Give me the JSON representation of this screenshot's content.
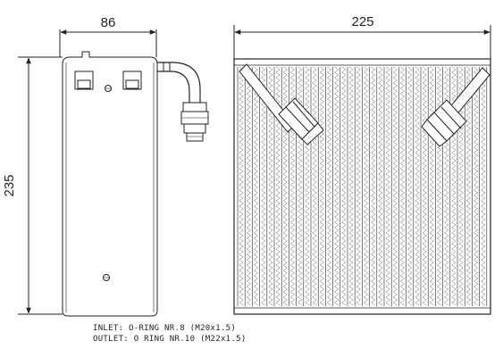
{
  "dimensions": {
    "side_width": "86",
    "front_width": "225",
    "height": "235"
  },
  "notes": {
    "inlet": "INLET: O-RING NR.8  (M20x1.5)",
    "outlet": "OUTLET: O RING NR.10 (M22x1.5)"
  },
  "colors": {
    "line": "#222222",
    "background": "#ffffff"
  }
}
